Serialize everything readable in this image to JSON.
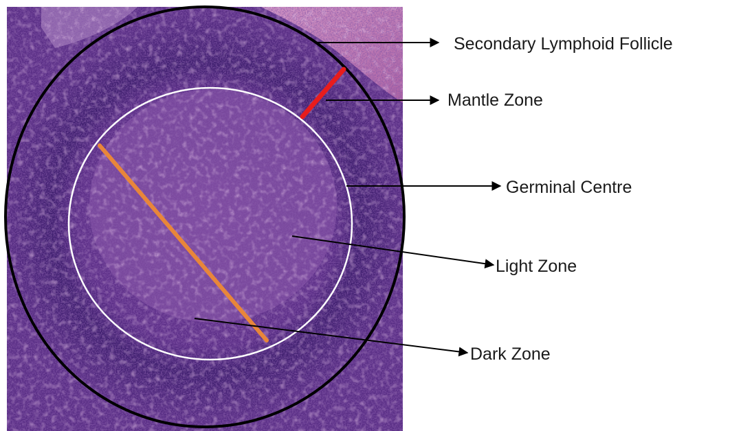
{
  "figure": {
    "labels": {
      "secondary_follicle": "Secondary Lymphoid Follicle",
      "mantle_zone": "Mantle Zone",
      "germinal_centre": "Germinal Centre",
      "light_zone": "Light Zone",
      "dark_zone": "Dark Zone"
    },
    "colors": {
      "tissue_base": "#7a3f99",
      "tissue_dark": "#3d1a66",
      "tissue_pink": "#d98fbf",
      "outer_circle": "#000000",
      "germinal_circle": "#ffffff",
      "mantle_marker": "#e81c1c",
      "diameter_marker": "#e8863a",
      "arrow": "#000000"
    },
    "image_content": "H&E histology micrograph of a lymph node secondary follicle"
  }
}
